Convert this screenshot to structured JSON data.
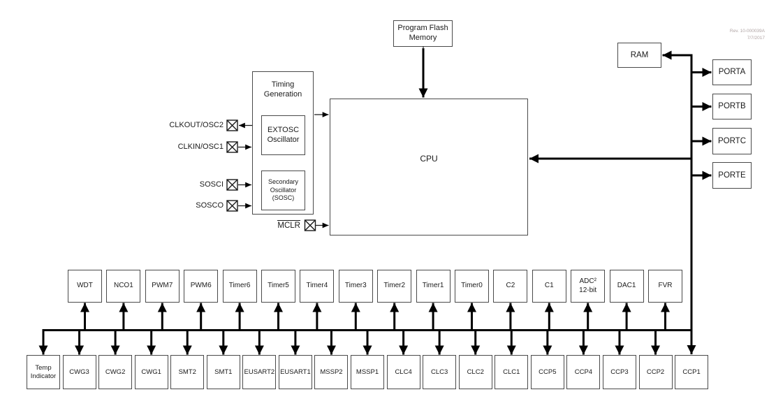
{
  "meta": {
    "rev_line1": "Rev. 10-000039A",
    "rev_line2": "7/7/2017"
  },
  "blocks": {
    "program_flash": "Program Flash Memory",
    "ram": "RAM",
    "cpu": "CPU",
    "timing": "Timing Generation",
    "extosc": "EXTOSC Oscillator",
    "sosc": "Secondary Oscillator (SOSC)"
  },
  "ports": [
    "PORTA",
    "PORTB",
    "PORTC",
    "PORTE"
  ],
  "pins": {
    "clkout": "CLKOUT/OSC2",
    "clkin": "CLKIN/OSC1",
    "sosci": "SOSCI",
    "sosco": "SOSCO",
    "mclr": "MCLR"
  },
  "peripherals": {
    "middle_row": [
      "WDT",
      "NCO1",
      "PWM7",
      "PWM6",
      "Timer6",
      "Timer5",
      "Timer4",
      "Timer3",
      "Timer2",
      "Timer1",
      "Timer0",
      "C2",
      "C1",
      "ADC²|12-bit",
      "DAC1",
      "FVR"
    ],
    "bottom_row": [
      "Temp|Indicator",
      "CWG3",
      "CWG2",
      "CWG1",
      "SMT2",
      "SMT1",
      "EUSART2",
      "EUSART1",
      "MSSP2",
      "MSSP1",
      "CLC4",
      "CLC3",
      "CLC2",
      "CLC1",
      "CCP5",
      "CCP4",
      "CCP3",
      "CCP2",
      "CCP1"
    ]
  },
  "icons": {
    "io_pin": "crossed-square"
  },
  "colors": {
    "line": "#000000",
    "box_border": "#4a4a4a",
    "text": "#1a1a1a",
    "rev_text": "#b0a4a4"
  }
}
